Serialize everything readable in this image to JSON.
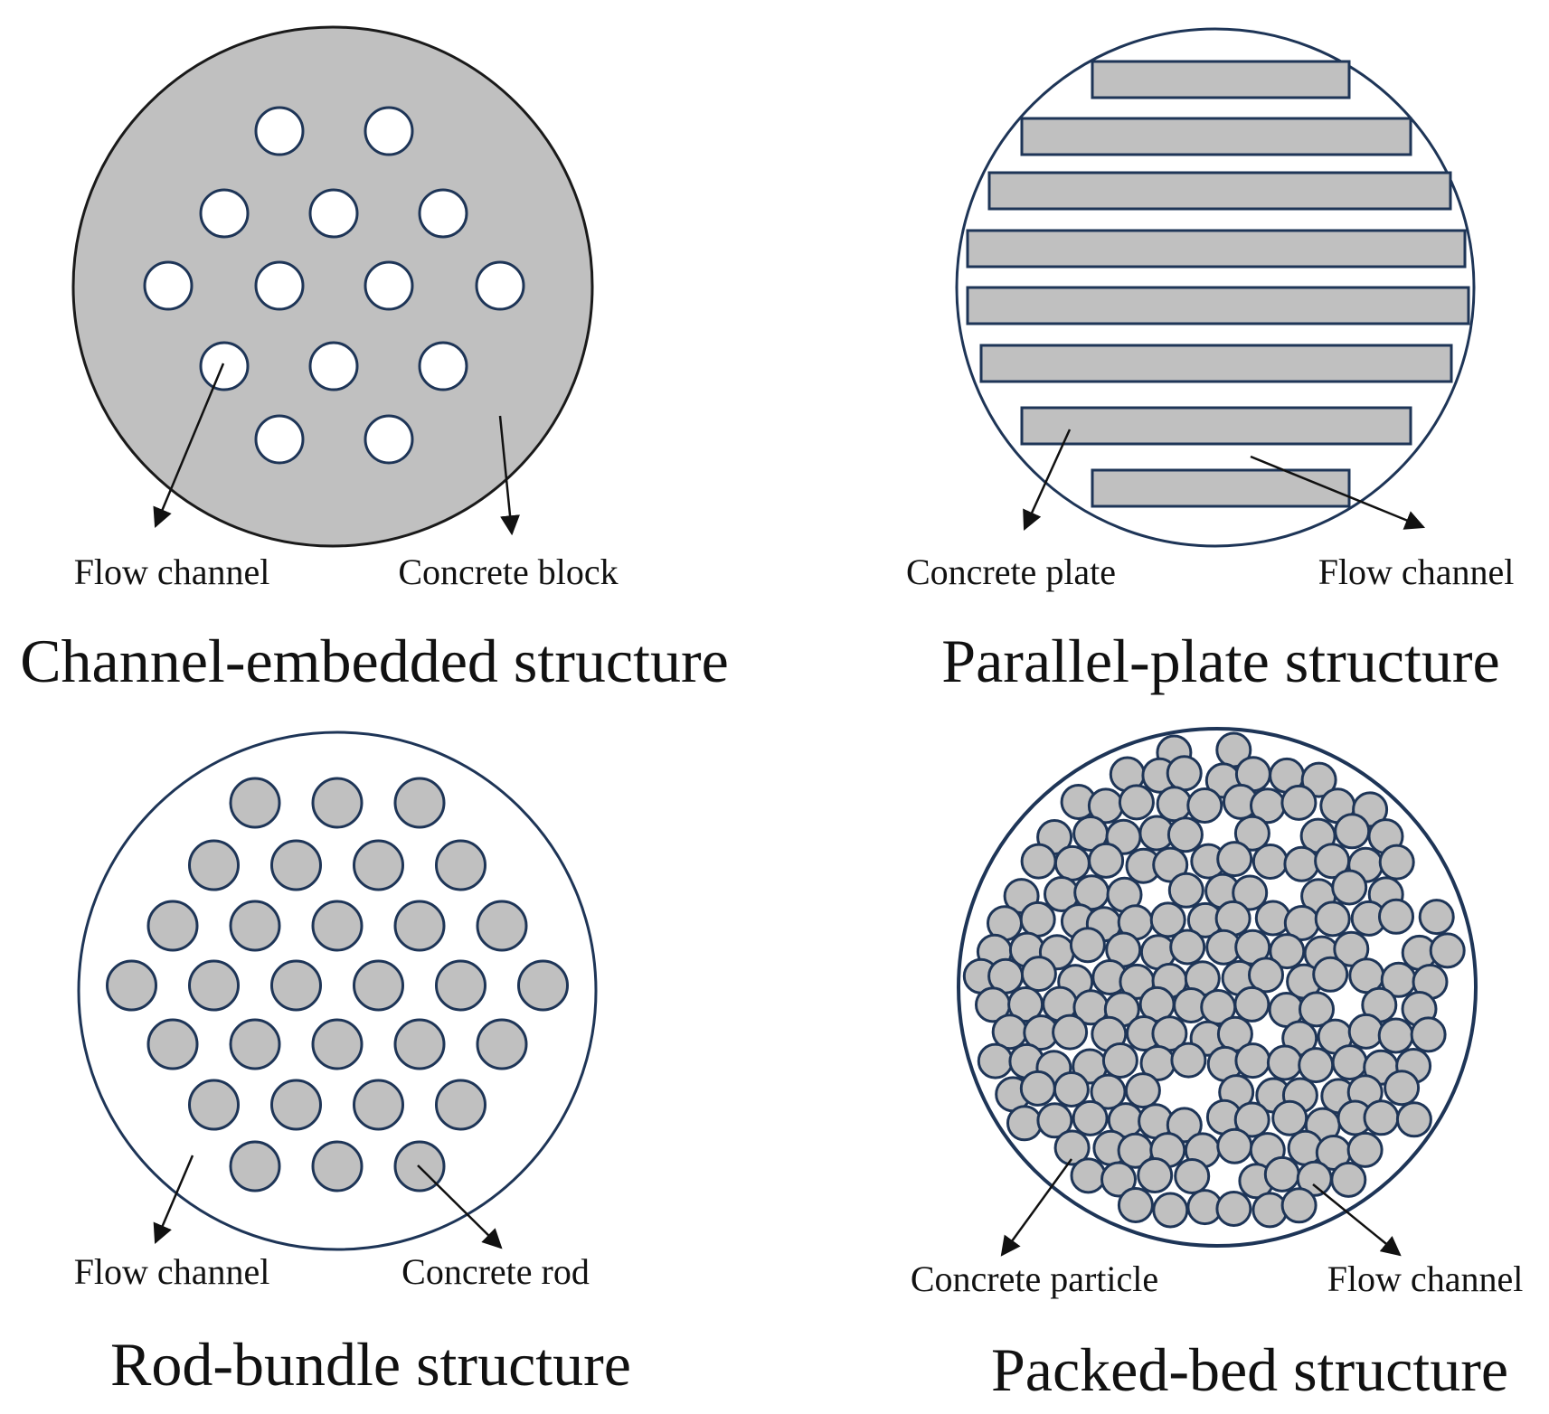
{
  "colors": {
    "concrete_fill": "#c0c0c0",
    "hole_fill": "#ffffff",
    "navy_outline": "#1e3557",
    "black_outline": "#1a1a1a",
    "background": "#ffffff"
  },
  "panels": {
    "channel_embedded": {
      "title": "Channel-embedded structure",
      "label_left": "Flow channel",
      "label_right": "Concrete block"
    },
    "parallel_plate": {
      "title": "Parallel-plate structure",
      "label_left": "Concrete plate",
      "label_right": "Flow channel"
    },
    "rod_bundle": {
      "title": "Rod-bundle structure",
      "label_left": "Flow channel",
      "label_right": "Concrete rod"
    },
    "packed_bed": {
      "title": "Packed-bed structure",
      "label_left": "Concrete particle",
      "label_right": "Flow channel"
    }
  }
}
